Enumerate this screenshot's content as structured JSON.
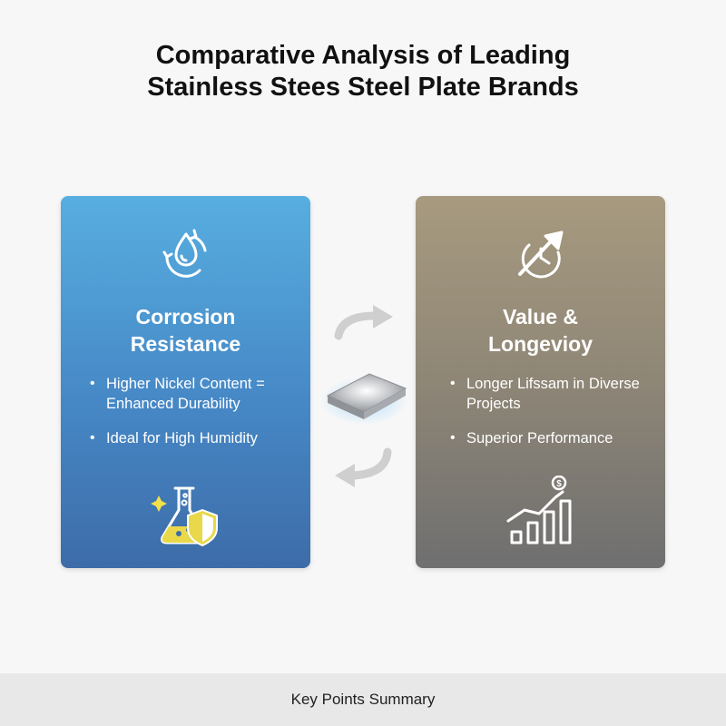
{
  "title": {
    "line1": "Comparative Analysis of Leading",
    "line2": "Stainless Stees Steel Plate Brands"
  },
  "cards": [
    {
      "heading_line1": "Corrosion",
      "heading_line2": "Resistance",
      "bullets": [
        "Higher Nickel Content = Enhanced Durability",
        "Ideal for High Humidity"
      ],
      "top_icon": "water-drop-cycle-icon",
      "bottom_icon": "flask-shield-icon",
      "color_top": "#57aee0",
      "color_bottom": "#3d6ca8"
    },
    {
      "heading_line1": "Value &",
      "heading_line2": "Longevioy",
      "bullets": [
        "Longer Lifssam in Diverse Projects",
        "Superior Performance"
      ],
      "top_icon": "clock-growth-arrow-icon",
      "bottom_icon": "bar-chart-dollar-icon",
      "color_top": "#a79a7f",
      "color_bottom": "#6f6f70"
    }
  ],
  "center": {
    "icon_top": "arrow-right-icon",
    "image": "steel-plate-icon",
    "icon_bottom": "arrow-left-icon"
  },
  "footer": {
    "label": "Key Points Summary"
  }
}
